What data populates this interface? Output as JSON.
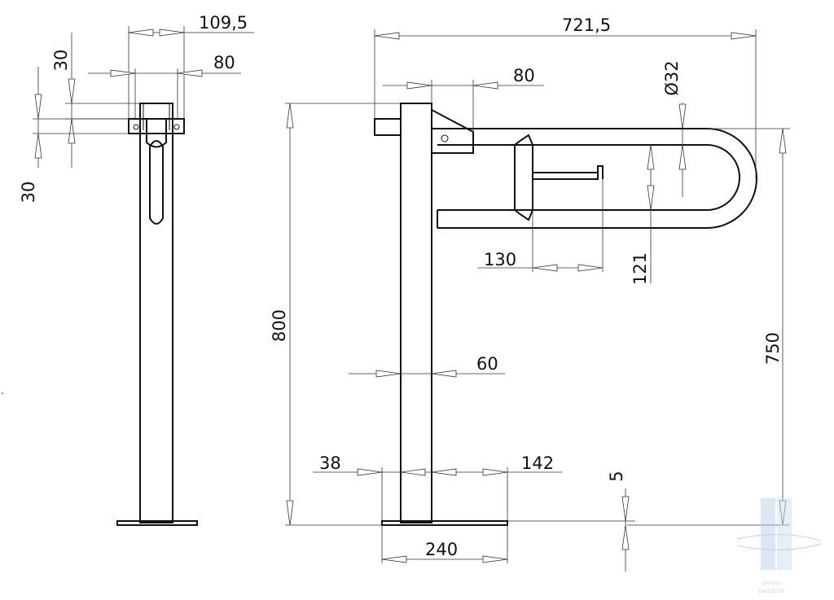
{
  "dimensions": {
    "side_depth": "109,5",
    "side_bracket_width": "80",
    "side_upper_offset": "30",
    "side_lower_offset": "30",
    "total_length": "721,5",
    "bracket_width": "80",
    "tube_diameter": "32",
    "tube_diameter_symbol": "Ø",
    "holder_length": "130",
    "loop_height": "121",
    "total_height": "800",
    "handle_height": "750",
    "post_width": "60",
    "base_left": "38",
    "base_right": "142",
    "base_thickness": "5",
    "base_length": "240"
  },
  "watermark": {
    "line1": "vannu",
    "line2": "pasaule",
    "color": "#8aa6bf"
  }
}
